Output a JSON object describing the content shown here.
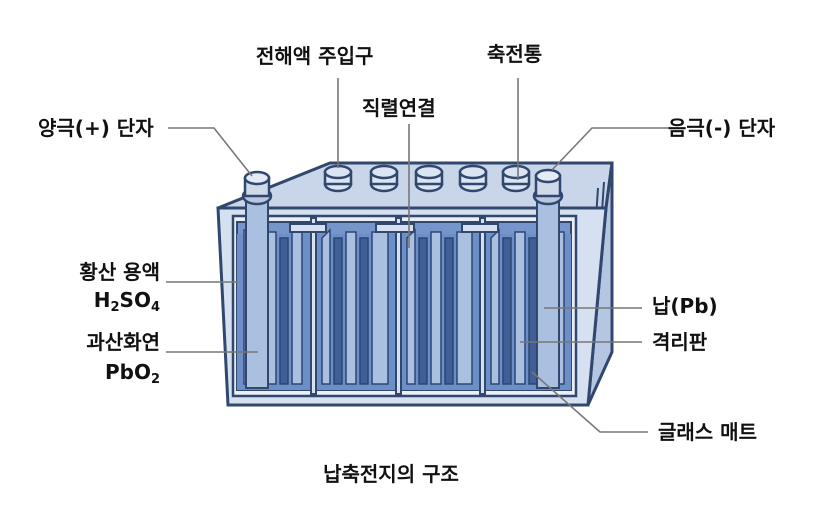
{
  "labels": {
    "electrolyte_inlet": "전해액 주입구",
    "container": "축전통",
    "series_connection": "직렬연결",
    "positive_terminal": "양극(+) 단자",
    "negative_terminal": "음극(-) 단자",
    "sulfuric_acid": "황산 용액",
    "sulfuric_acid_formula": {
      "h": "H",
      "h_sub": "2",
      "so": "SO",
      "o_sub": "4"
    },
    "lead_dioxide": "과산화연",
    "lead_dioxide_formula": {
      "pbo": "PbO",
      "o_sub": "2"
    },
    "lead": "납(Pb)",
    "separator": "격리판",
    "glass_mat": "글래스 매트",
    "caption": "납축전지의 구조"
  },
  "colors": {
    "case_fill": "#c9d6ea",
    "case_stroke": "#31476d",
    "electrolyte": "#6d8fc7",
    "plate_dark": "#3f5f96",
    "plate_light": "#aac0e0",
    "leader_line": "#777777"
  },
  "icons": {
    "terminal": "battery-terminal-post",
    "cap": "vent-cap"
  }
}
